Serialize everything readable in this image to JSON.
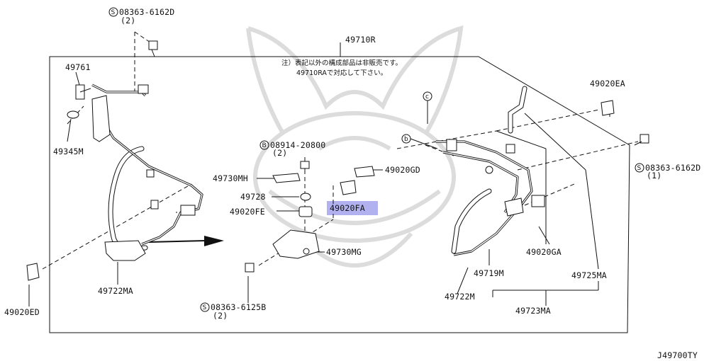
{
  "diagram": {
    "watermark": "samurai-helmet-watermark",
    "note_line1": "注）表記以外の構成部品は非販売です。",
    "note_line2": "49710RAで対応して下さい。",
    "footer_code": "J49700TY",
    "callouts": {
      "c": "c",
      "b": "b"
    },
    "labels": {
      "s08363_6162d_top": "08363-6162D",
      "qty_top": "(2)",
      "p49710r": "49710R",
      "p49761": "49761",
      "p49345m": "49345M",
      "p49020ed": "49020ED",
      "p49722ma": "49722MA",
      "b08914_20800": "08914-20800",
      "qty_b": "(2)",
      "p49730mh": "49730MH",
      "p49020gd": "49020GD",
      "p49728": "49728",
      "p49020fa": "49020FA",
      "p49020fe": "49020FE",
      "p49730mg": "49730MG",
      "s08363_6125b": "08363-6125B",
      "qty_bottom": "(2)",
      "p49020ea": "49020EA",
      "s08363_6162d_right": "08363-6162D",
      "qty_right": "(1)",
      "p49020ga": "49020GA",
      "p49719m": "49719M",
      "p49725ma": "49725MA",
      "p49722m": "49722M",
      "p49723ma": "49723MA"
    },
    "symbols": {
      "S": "S",
      "B": "B"
    },
    "highlight_color": "#a8a8ee"
  }
}
